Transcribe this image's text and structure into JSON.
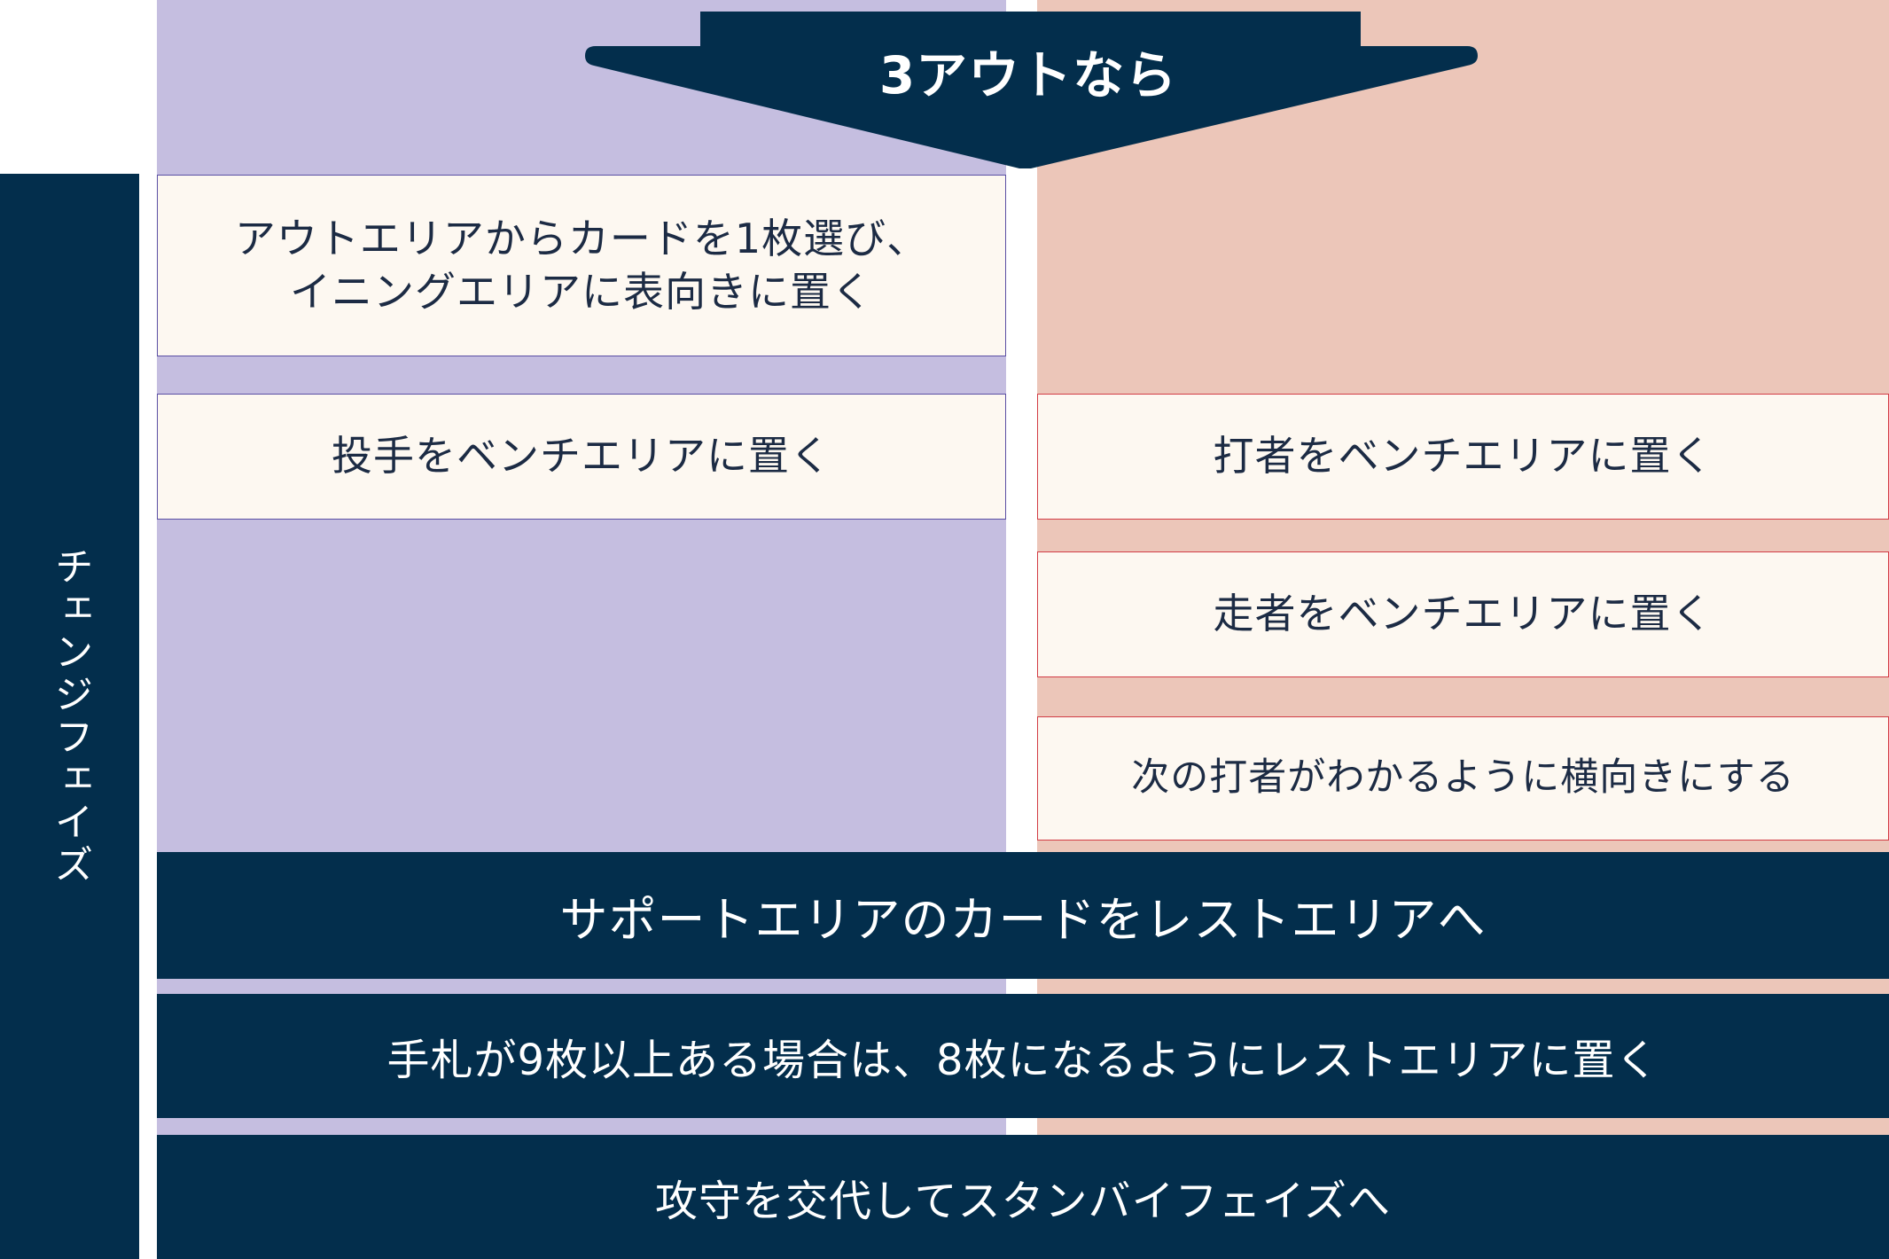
{
  "arrow": {
    "label": "3アウトなら"
  },
  "side_label": "チェンジフェイズ",
  "left_boxes": [
    "アウトエリアからカードを1枚選び、\nイニングエリアに表向きに置く",
    "投手をベンチエリアに置く"
  ],
  "right_boxes": [
    "打者をベンチエリアに置く",
    "走者をベンチエリアに置く",
    "次の打者がわかるように横向きにする"
  ],
  "bands": [
    "サポートエリアのカードをレストエリアへ",
    "手札が9枚以上ある場合は、8枚になるようにレストエリアに置く",
    "攻守を交代してスタンバイフェイズへ"
  ],
  "colors": {
    "navy": "#032e4c",
    "left_column": "#c5bee0",
    "right_column": "#ecc6b9",
    "box_fill": "#fdf8f1",
    "left_box_border": "#5a4fa4",
    "right_box_border": "#d23c45"
  }
}
